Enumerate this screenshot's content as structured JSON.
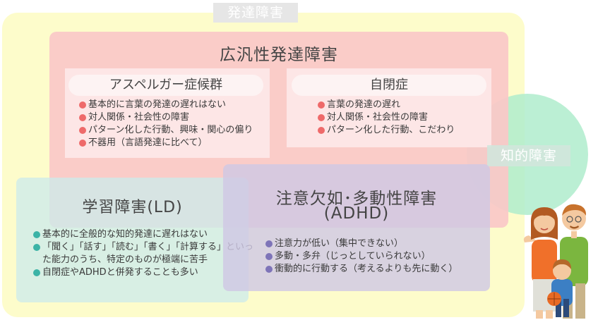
{
  "outer_region": {
    "label": "発達障害"
  },
  "intellectual": {
    "label": "知的障害"
  },
  "pdd": {
    "title": "広汎性発達障害",
    "asperger": {
      "title": "アスペルガー症候群",
      "items": [
        "基本的に言葉の発達の遅れはない",
        "対人関係・社会性の障害",
        "パターン化した行動、興味・関心の偏り",
        "不器用（言語発達に比べて）"
      ]
    },
    "autism": {
      "title": "自閉症",
      "items": [
        "言葉の発達の遅れ",
        "対人関係・社会性の障害",
        "パターン化した行動、こだわり"
      ]
    }
  },
  "ld": {
    "title": "学習障害(LD)",
    "items": [
      "基本的に全般的な知的発達に遅れはない",
      "「聞く」「話す」「読む」「書く」「計算する」といっ",
      "た能力のうち、特定のものが極端に苦手",
      "自閉症やADHDと併発することも多い"
    ]
  },
  "adhd": {
    "title_line1": "注意欠如･多動性障害",
    "title_line2": "(ADHD)",
    "items": [
      "注意力が低い（集中できない）",
      "多動・多弁（じっとしていられない）",
      "衝動的に行動する（考えるよりも先に動く）"
    ]
  },
  "colors": {
    "outer": "#fdfccb",
    "pdd": "#fac8c8",
    "ld": "#cdebeb",
    "adhd": "#d0c8e4",
    "intellectual": "#afeccd",
    "bullet_red": "#ee6a6a",
    "bullet_teal": "#3bb3a6",
    "bullet_purple": "#7e74b8"
  },
  "illustration": {
    "icon": "family-illustration"
  }
}
